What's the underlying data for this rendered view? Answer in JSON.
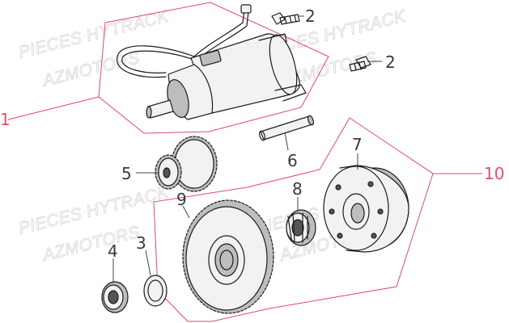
{
  "watermark": {
    "line1": "PIECES HYTRACK",
    "line2": "AZMOTORS"
  },
  "callouts": [
    "1",
    "2",
    "2",
    "3",
    "4",
    "5",
    "6",
    "7",
    "8",
    "9",
    "10"
  ]
}
